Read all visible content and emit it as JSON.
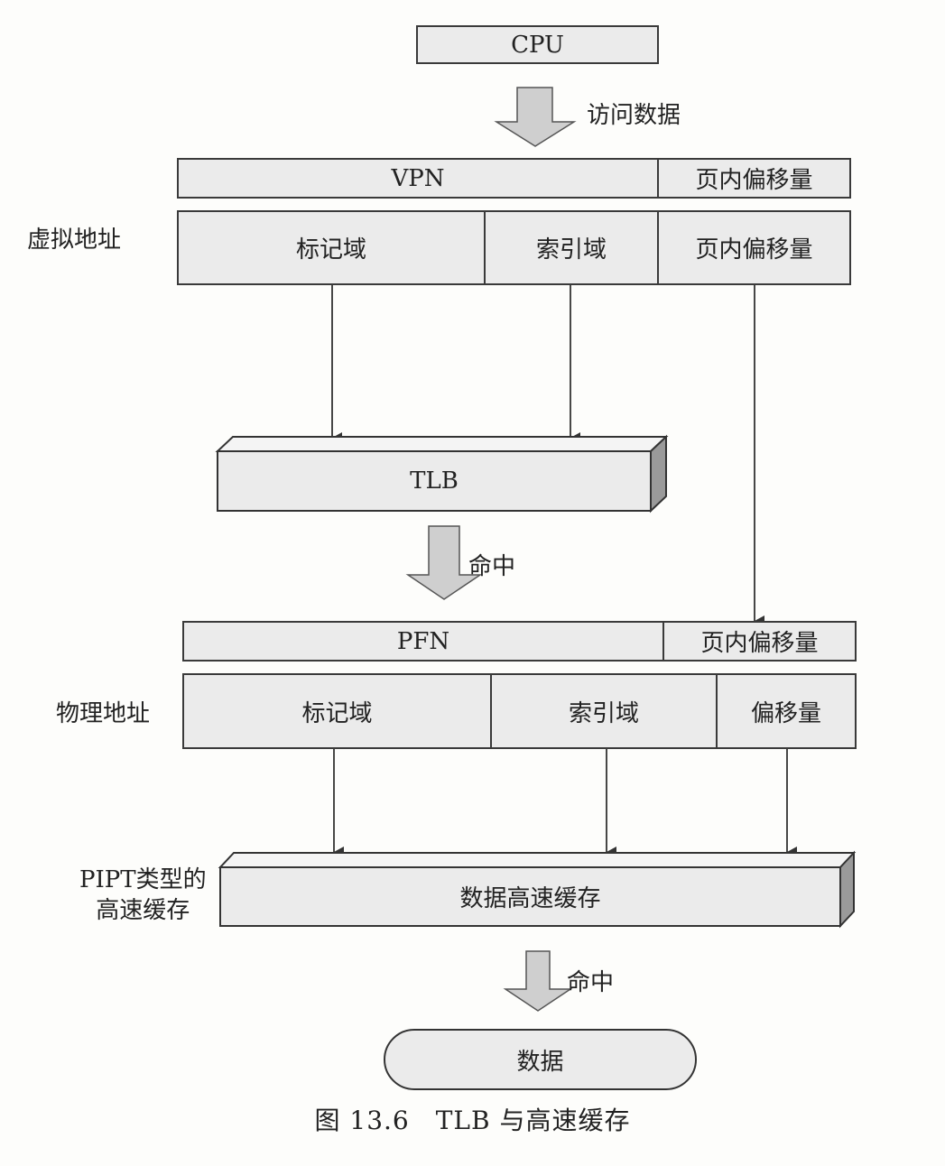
{
  "cpu": "CPU",
  "access_data": "访问数据",
  "virtual": {
    "side_label": "虚拟地址",
    "vpn": "VPN",
    "page_offset": "页内偏移量",
    "tag": "标记域",
    "index": "索引域",
    "offset": "页内偏移量"
  },
  "tlb": "TLB",
  "tlb_hit": "命中",
  "physical": {
    "side_label": "物理地址",
    "pfn": "PFN",
    "page_offset": "页内偏移量",
    "tag": "标记域",
    "index": "索引域",
    "offset": "偏移量"
  },
  "cache": {
    "side_label_line1": "PIPT类型的",
    "side_label_line2": "高速缓存",
    "name": "数据高速缓存"
  },
  "cache_hit": "命中",
  "data": "数据",
  "caption": "图 13.6　TLB 与高速缓存"
}
